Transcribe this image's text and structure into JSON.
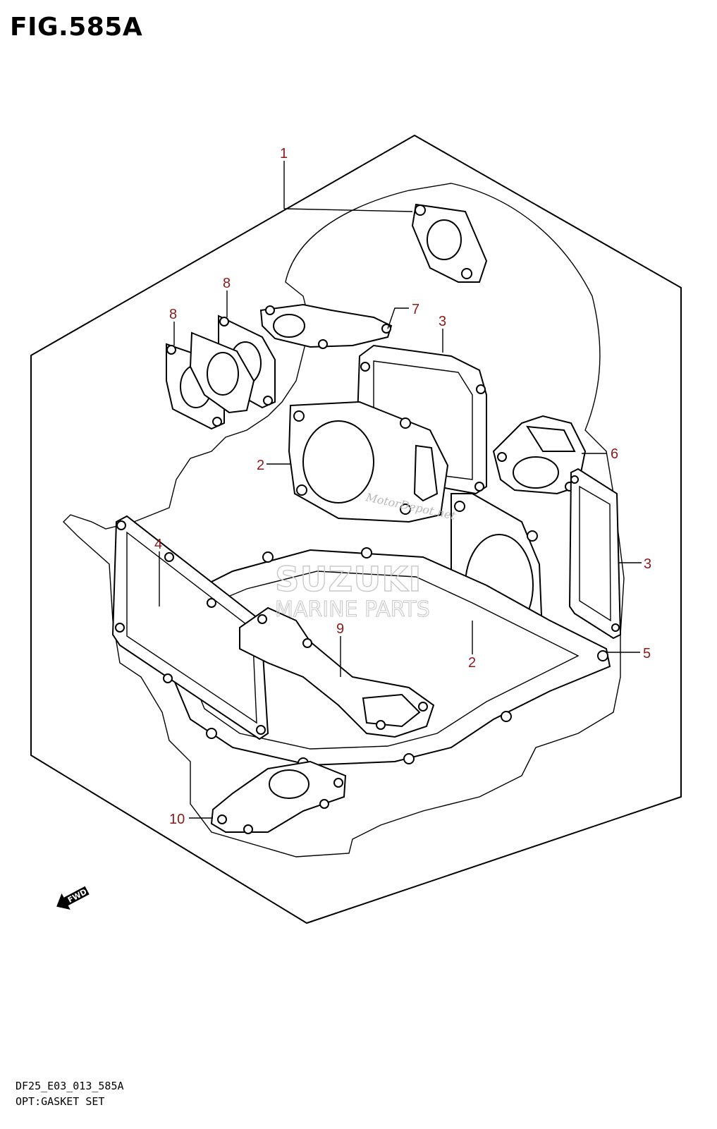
{
  "figure": {
    "title": "FIG.585A",
    "code": "DF25_E03_013_585A",
    "name": "OPT:GASKET SET"
  },
  "callouts": [
    "1",
    "2",
    "2",
    "3",
    "3",
    "4",
    "5",
    "6",
    "7",
    "8",
    "8",
    "9",
    "10"
  ],
  "watermark": {
    "brand": "SUZUKI",
    "subtitle": "MARINE PARTS",
    "url": "MotorDepot.net"
  },
  "fwd_label": "FWD",
  "colors": {
    "callout": "#8b1a1a",
    "lines": "#000000",
    "watermark": "#c9c9c9"
  }
}
